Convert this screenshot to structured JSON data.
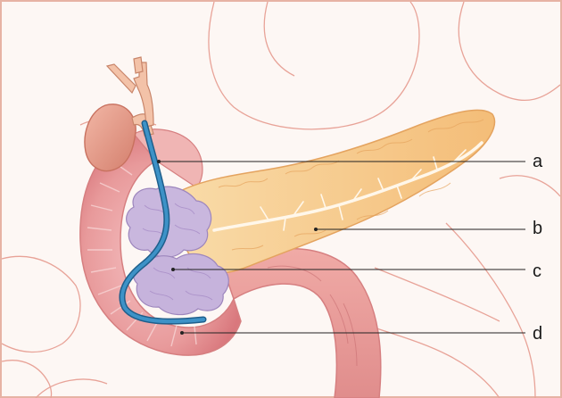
{
  "labels": {
    "a": "a",
    "b": "b",
    "c": "c",
    "d": "d"
  },
  "colors": {
    "background": "#fdf6f2",
    "border": "#e7b3a4",
    "outline": "#e08f83",
    "duodenum": "#e79a98",
    "pancreas": "#f6c78c",
    "acini": "#c8b6dc",
    "duct": "#2f7fb3",
    "gallbladder": "#e49a86",
    "leader_line": "#222222"
  }
}
